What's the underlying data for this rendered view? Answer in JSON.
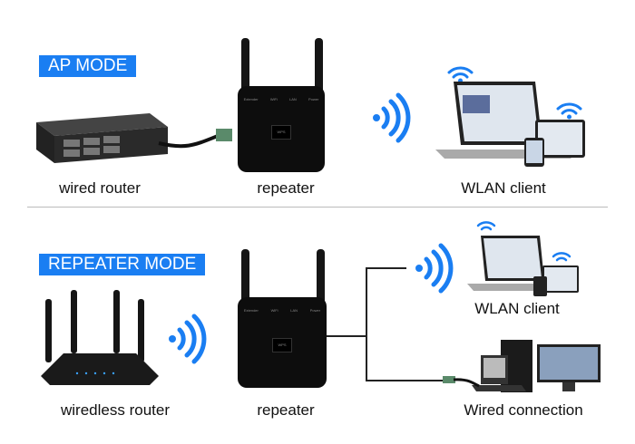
{
  "ap_mode": {
    "badge": "AP MODE",
    "labels": {
      "router": "wired router",
      "repeater": "repeater",
      "client": "WLAN client"
    }
  },
  "repeater_mode": {
    "badge": "REPEATER MODE",
    "labels": {
      "router": "wiredless router",
      "repeater": "repeater",
      "client": "WLAN client",
      "wired": "Wired connection"
    }
  },
  "device": {
    "leds": [
      "Extender",
      "WiFi",
      "LAN",
      "Power"
    ],
    "button": "WPS"
  },
  "colors": {
    "badge": "#1a7ef2",
    "wifi": "#1a7ef2"
  }
}
